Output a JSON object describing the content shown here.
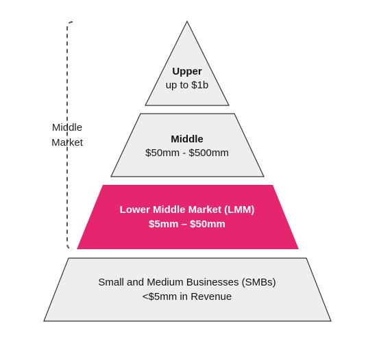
{
  "pyramid": {
    "tiers": [
      {
        "title": "Upper",
        "subtitle": "up to $1b",
        "fill": "#eeeeee",
        "text_color": "#111111",
        "title_bold": true,
        "subtitle_bold": false
      },
      {
        "title": "Middle",
        "subtitle": "$50mm - $500mm",
        "fill": "#eeeeee",
        "text_color": "#111111",
        "title_bold": true,
        "subtitle_bold": false
      },
      {
        "title": "Lower Middle Market (LMM)",
        "subtitle": "$5mm – $50mm",
        "fill": "#e5256e",
        "text_color": "#ffffff",
        "title_bold": true,
        "subtitle_bold": true
      },
      {
        "title": "Small and Medium Businesses (SMBs)",
        "subtitle": "<$5mm in Revenue",
        "fill": "#eeeeee",
        "text_color": "#111111",
        "title_bold": false,
        "subtitle_bold": false
      }
    ]
  },
  "bracket": {
    "label_line1": "Middle",
    "label_line2": "Market"
  }
}
